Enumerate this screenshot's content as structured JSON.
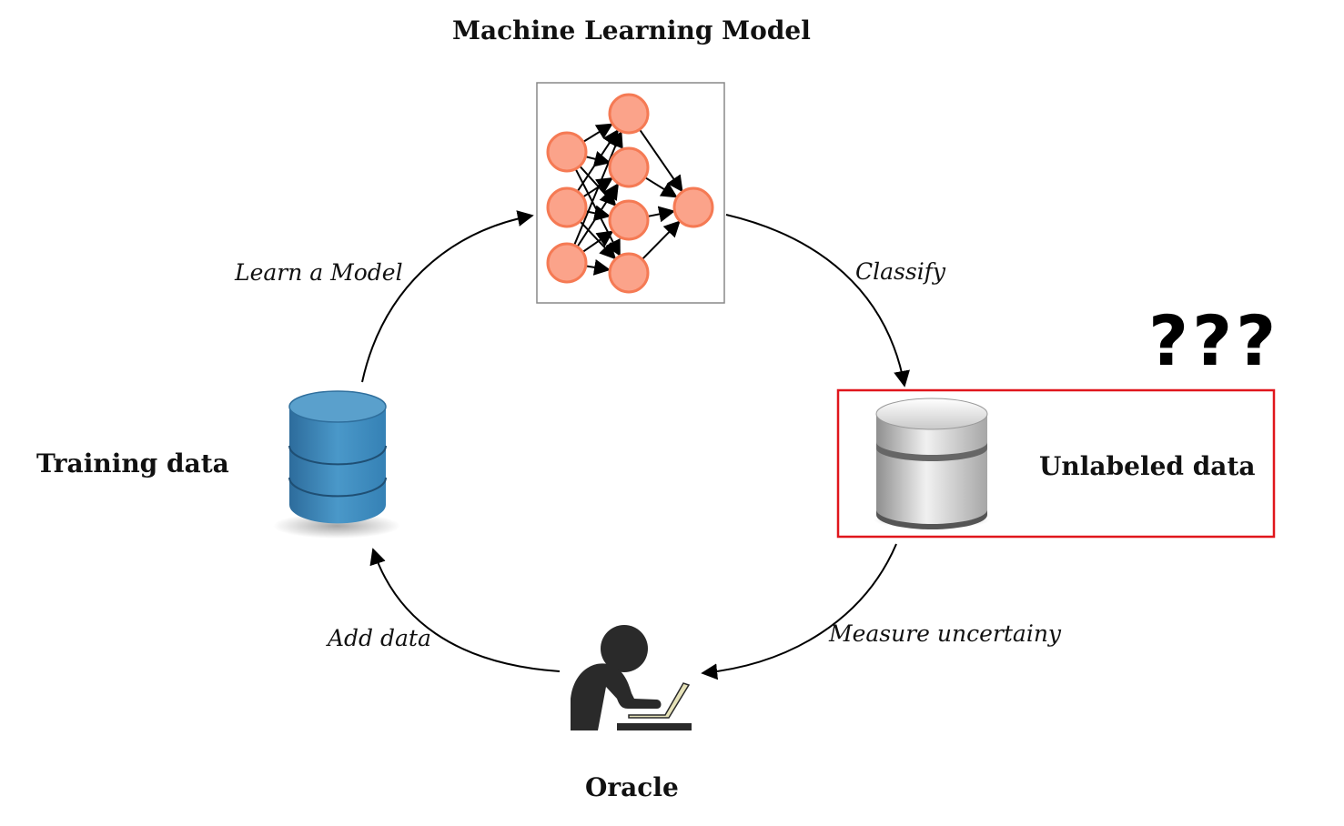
{
  "model": {
    "title": "Machine Learning Model"
  },
  "training": {
    "label": "Training data"
  },
  "unlabeled": {
    "label": "Unlabeled data",
    "question_marks": "???",
    "highlight_color": "#e0161c"
  },
  "oracle": {
    "label": "Oracle"
  },
  "edges": {
    "learn": "Learn a Model",
    "classify": "Classify",
    "measure": "Measure uncertainy",
    "add": "Add data"
  },
  "colors": {
    "neuron_fill": "#fba38a",
    "neuron_stroke": "#f57a54",
    "db_blue": "#3a86b8",
    "db_gray": "#b9b9b9"
  },
  "icons": [
    "neural-network-icon",
    "database-blue-icon",
    "database-gray-icon",
    "person-laptop-icon"
  ]
}
